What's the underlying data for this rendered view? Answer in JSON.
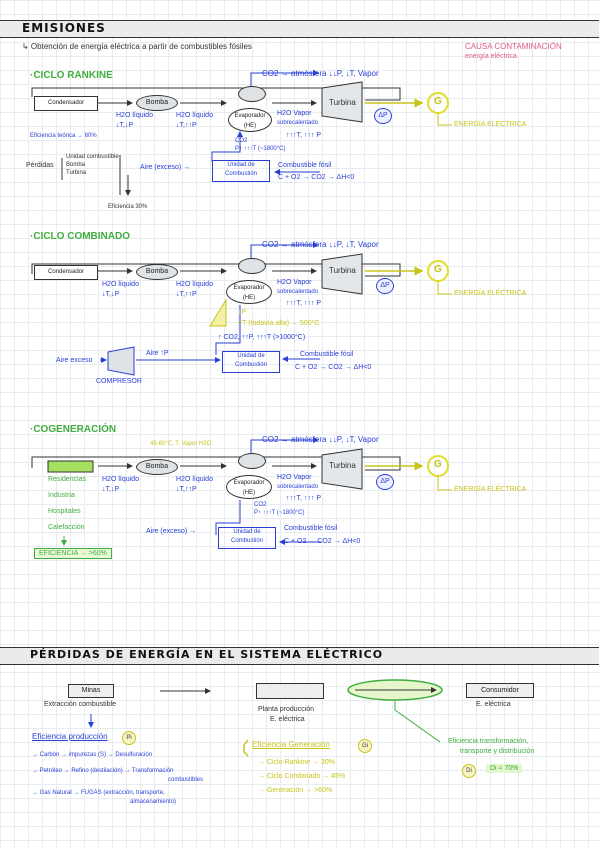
{
  "header": {
    "title": "EMISIONES"
  },
  "intro": "↳ Obtención de energía eléctrica a partir de combustibles fósiles",
  "pink_note": {
    "line1": "CAUSA CONTAMINACIÓN",
    "line2": "energía eléctrica"
  },
  "rankine": {
    "title": "·CICLO RANKINE",
    "condensador": "Condensador",
    "bomba": "Bomba",
    "h2o_liquido_1": "H2O líquido",
    "cond_1": "↓T,↓P",
    "h2o_liquido_2": "H2O líquido",
    "cond_2": "↓T,↑↑P",
    "evaporador": "Evaporador (HE)",
    "h2o_vapor": "H2O Vapor",
    "sobrecalentado": "sobrecalentado",
    "vapor_cond": "↑↑↑T, ↑↑↑ P",
    "turbina": "Turbina",
    "delta_p": "ΔP",
    "generator": "G",
    "energia": "ENERGÍA ELÉCTRICA",
    "co2_atm": "CO2 → atmósfera ↓↓P, ↓T, Vapor",
    "co2_small": "CO2",
    "p_t": "P↑ ↑↑↑T (~1800°C)",
    "aire_exceso": "Aire (exceso) →",
    "unidad": "Unidad de Combustión",
    "combustible": "Combustible fósil",
    "reaccion": "C + O2 → CO2 → ΔH<0",
    "eficiencia_teorica": "Eficiencia teórica → 60%",
    "perdidas": "Pérdidas",
    "perdidas_items": [
      "Unidad combustible",
      "Bomba",
      "Turbina"
    ],
    "eficiencia_real": "Eficiencia 30%"
  },
  "combinado": {
    "title": "·CICLO COMBINADO",
    "condensador": "Condensador",
    "bomba": "Bomba",
    "h2o_liquido_1": "H2O líquido",
    "cond_1": "↓T,↓P",
    "h2o_liquido_2": "H2O líquido",
    "cond_2": "↓T,↑↑P",
    "evaporador": "Evaporador (HE)",
    "h2o_vapor": "H2O Vapor",
    "sobrecalentado": "sobrecalentado",
    "vapor_cond": "↑↑↑T, ↑↑↑ P",
    "turbina": "Turbina",
    "delta_p": "ΔP",
    "generator": "G",
    "energia": "ENERGÍA ELÉCTRICA",
    "co2_atm": "CO2 → atmósfera ↓↓P, ↓T, Vapor",
    "p_down": "↓P",
    "temp_note": "<T (todavía alta) → 500°C",
    "co2_p_t": "↑ CO2, ↑↑P, ↑↑↑T (>1000°C)",
    "aire_exceso": "Aire exceso",
    "aire_p": "Aire ↑P",
    "compresor": "COMPRESOR",
    "unidad": "Unidad de Combustión",
    "combustible": "Combustible fósil",
    "reaccion": "C + O2 → CO2 → ΔH<0"
  },
  "cogeneracion": {
    "title": "·COGENERACIÓN",
    "temp_vapor": "45-60°C, T. Vapor H2O",
    "bomba": "Bomba",
    "h2o_liquido_1": "H2O líquido",
    "cond_1": "↓T,↓P",
    "h2o_liquido_2": "H2O líquido",
    "cond_2": "↓T,↑↑P",
    "evaporador": "Evaporador (HE)",
    "h2o_vapor": "H2O Vapor",
    "sobrecalentado": "sobrecalentado",
    "vapor_cond": "↑↑↑T, ↑↑↑ P",
    "turbina": "Turbina",
    "delta_p": "ΔP",
    "generator": "G",
    "energia": "ENERGÍA ELÉCTRICA",
    "co2_atm": "CO2 → atmósfera ↓↓P, ↓T, Vapor",
    "co2_small": "CO2",
    "p_t": "P↑ ↑↑↑T (~1800°C)",
    "usos": [
      "Residencias",
      "Industria",
      "Hospitales",
      "Calefacción"
    ],
    "eficiencia": "EFICIENCIA → >60%",
    "aire_exceso": "Aire (exceso) →",
    "unidad": "Unidad de Combustión",
    "combustible": "Combustible fósil",
    "reaccion": "C + O2 → CO2 → ΔH<0"
  },
  "perdidas_section": {
    "title": "PÉRDIDAS DE ENERGÍA EN EL SISTEMA ELÉCTRICO",
    "minas": "Minas",
    "extraccion": "Extracción combustible",
    "planta_1": "Planta producción",
    "planta_2": "E. eléctrica",
    "consumidor": "Consumidor",
    "e_electrica": "E. eléctrica",
    "eficiencia_produccion": "Eficiencia producción",
    "pi": "Pi",
    "produccion_items": [
      "→ Carbón → impurezas (S) → Desulfuración",
      "→ Petróleo → Refino (destilación) → Transformación",
      "combustibles",
      "→ Gas Natural → FUGAS (extracción, transporte,",
      "almacenamiento)"
    ],
    "eficiencia_generacion": "Eficiencia Generación",
    "gi": "Gi",
    "generacion_items": [
      "→ Ciclo Rankine → 30%",
      "→ Ciclo Combinado → 45%",
      "→ Generación → >60%"
    ],
    "eficiencia_transporte_1": "Eficiencia transformación,",
    "eficiencia_transporte_2": "transporte y distribución",
    "di": "Di",
    "di_value": "Di ≈ 70%"
  }
}
